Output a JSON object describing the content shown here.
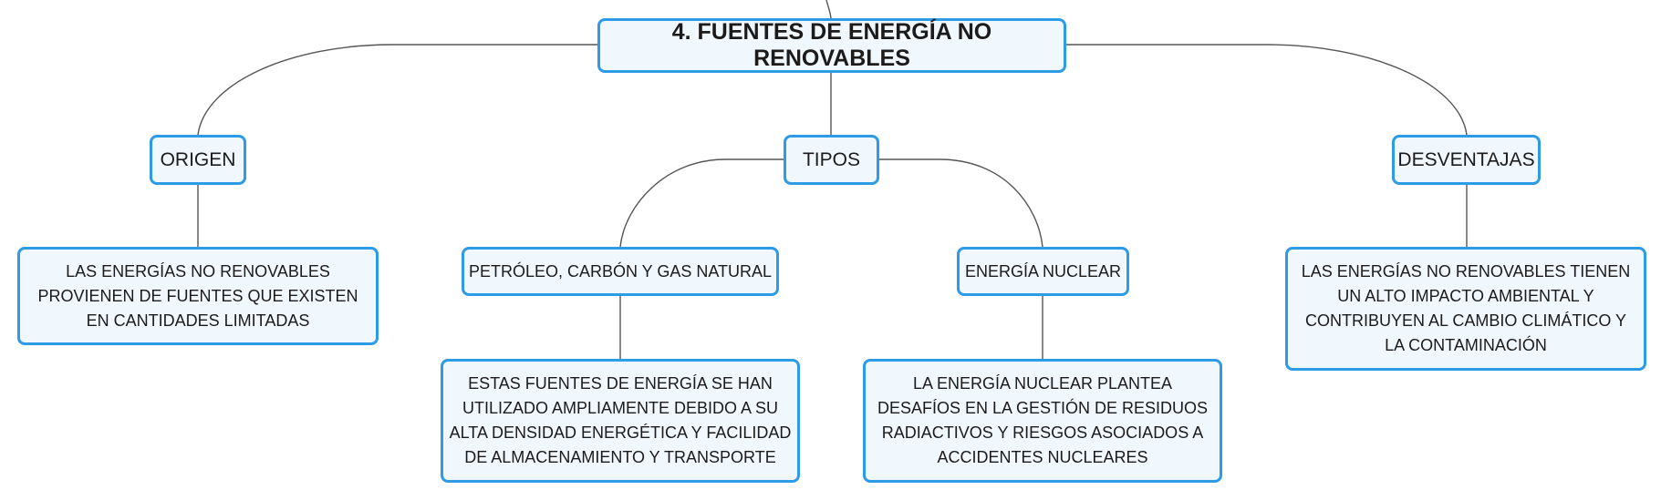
{
  "root": {
    "label": "4. FUENTES DE ENERGÍA NO RENOVABLES"
  },
  "branches": {
    "origen": {
      "label": "ORIGEN",
      "detail": "LAS ENERGÍAS NO RENOVABLES PROVIENEN DE FUENTES QUE EXISTEN EN CANTIDADES LIMITADAS"
    },
    "tipos": {
      "label": "TIPOS",
      "petroleo": {
        "label": "PETRÓLEO, CARBÓN Y GAS NATURAL",
        "detail": "ESTAS FUENTES DE ENERGÍA SE HAN UTILIZADO AMPLIAMENTE DEBIDO A SU ALTA DENSIDAD ENERGÉTICA Y FACILIDAD DE ALMACENAMIENTO Y TRANSPORTE"
      },
      "nuclear": {
        "label": "ENERGÍA NUCLEAR",
        "detail": "LA ENERGÍA NUCLEAR PLANTEA DESAFÍOS EN LA GESTIÓN DE RESIDUOS RADIACTIVOS Y RIESGOS ASOCIADOS A ACCIDENTES NUCLEARES"
      }
    },
    "desventajas": {
      "label": "DESVENTAJAS",
      "detail": "LAS ENERGÍAS NO RENOVABLES TIENEN UN ALTO IMPACTO AMBIENTAL Y CONTRIBUYEN AL CAMBIO CLIMÁTICO Y LA CONTAMINACIÓN"
    }
  },
  "style": {
    "node_border": "#2e9be6",
    "node_fill": "#f0f7fd",
    "connector": "#555555"
  }
}
